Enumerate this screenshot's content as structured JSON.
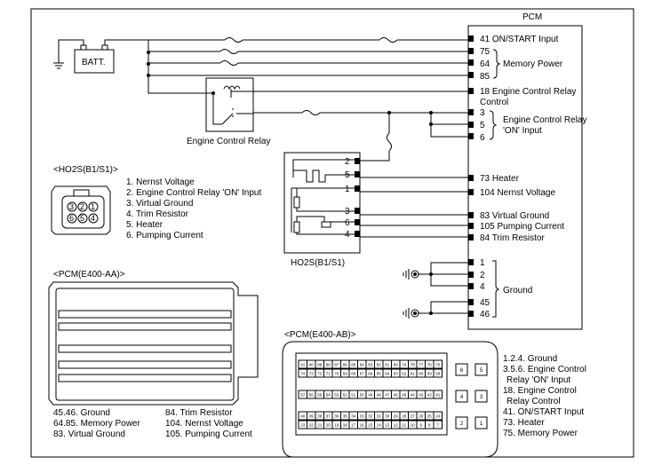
{
  "pcm": {
    "title": "PCM",
    "labels": {
      "on_start_input": "41 ON/START Input",
      "p75": "75",
      "p64": "64",
      "p85": "85",
      "memory_power": "Memory Power",
      "ecr_control_1": "18 Engine Control Relay",
      "ecr_control_2": "Control",
      "p3": "3",
      "p5": "5",
      "p6": "6",
      "ecr_on_1": "Engine Control Relay",
      "ecr_on_2": "'ON' Input",
      "heater": "73 Heater",
      "nernst": "104 Nernst Voltage",
      "virtual_ground": "83 Virtual Ground",
      "pumping_current": "105 Pumping Current",
      "trim_resistor": "84 Trim Resistor",
      "g1": "1",
      "g2": "2",
      "g4": "4",
      "g45": "45",
      "g46": "46",
      "ground": "Ground"
    }
  },
  "battery": {
    "label": "BATT."
  },
  "relay": {
    "label": "Engine Control Relay"
  },
  "ho2s": {
    "label": "HO2S(B1/S1)",
    "pins": [
      "2",
      "5",
      "1",
      "3",
      "6",
      "4"
    ]
  },
  "ho2s_connector": {
    "title": "<HO2S(B1/S1)>",
    "cells": [
      "3",
      "2",
      "1",
      "6",
      "5",
      "4"
    ],
    "legend": [
      "1. Nernst Voltage",
      "2. Engine Control Relay 'ON' Input",
      "3. Virtual Ground",
      "4. Trim Resistor",
      "5. Heater",
      "6. Pumping Current"
    ]
  },
  "pcm_aa": {
    "title": "<PCM(E400-AA)>",
    "legend_left": [
      "45.46. Ground",
      "64.85. Memory Power",
      "83. Virtual Ground"
    ],
    "legend_right": [
      "84. Trim Resistor",
      "104. Nernst Voltage",
      "105. Pumping Current"
    ]
  },
  "pcm_ab": {
    "title": "<PCM(E400-AB)>",
    "row1": [
      "91",
      "90",
      "89",
      "88",
      "87",
      "86",
      "85",
      "84",
      "83",
      "82",
      "81",
      "80",
      "79",
      "78",
      "77",
      "76",
      "75"
    ],
    "row2": [
      "74",
      "73",
      "72",
      "71",
      "70",
      "69",
      "68",
      "67",
      "66",
      "65",
      "64",
      "63",
      "62",
      "61",
      "60",
      "59",
      "58"
    ],
    "row3": [
      "57",
      "56",
      "55",
      "54",
      "53",
      "52",
      "51",
      "50",
      "49",
      "48",
      "47",
      "46",
      "45",
      "44",
      "43",
      "42",
      "41"
    ],
    "row4": [
      "40",
      "39",
      "38",
      "37",
      "36",
      "35",
      "34",
      "33",
      "32",
      "31",
      "30",
      "29",
      "28",
      "27",
      "26",
      "25",
      "24"
    ],
    "row5": [
      "23",
      "22",
      "21",
      "20",
      "19",
      "18",
      "17",
      "16",
      "15",
      "14",
      "13",
      "12",
      "11",
      "10",
      "9",
      "8",
      "7"
    ],
    "right_cells": [
      "6",
      "5",
      "4",
      "3",
      "2",
      "1"
    ],
    "legend": [
      "1.2.4. Ground",
      "3.5.6. Engine Control",
      "Relay 'ON' Input",
      "18. Engine Control",
      "Relay Control",
      "41. ON/START Input",
      "73. Heater",
      "75. Memory Power"
    ]
  }
}
